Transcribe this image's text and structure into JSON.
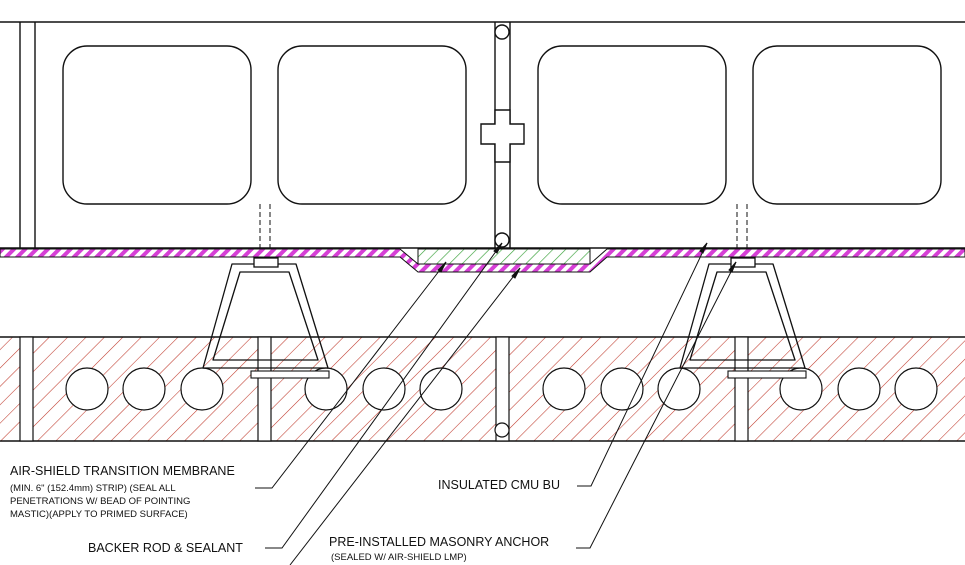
{
  "callouts": {
    "membrane": {
      "title": "AIR-SHIELD TRANSITION MEMBRANE",
      "notes": [
        "(MIN. 6\" (152.4mm) STRIP) (SEAL ALL",
        "PENETRATIONS W/ BEAD OF POINTING",
        "MASTIC)(APPLY TO PRIMED SURFACE)"
      ]
    },
    "backer_rod": {
      "title": "BACKER ROD & SEALANT"
    },
    "cmu": {
      "title": "INSULATED CMU BU"
    },
    "anchor": {
      "title": "PRE-INSTALLED MASONRY ANCHOR",
      "note": "(SEALED W/ AIR-SHIELD LMP)"
    }
  },
  "colors": {
    "line": "#111111",
    "air_barrier": "#d63fd6",
    "brick_hatch": "#c0392b",
    "transition_membrane": "#3aa13a"
  }
}
